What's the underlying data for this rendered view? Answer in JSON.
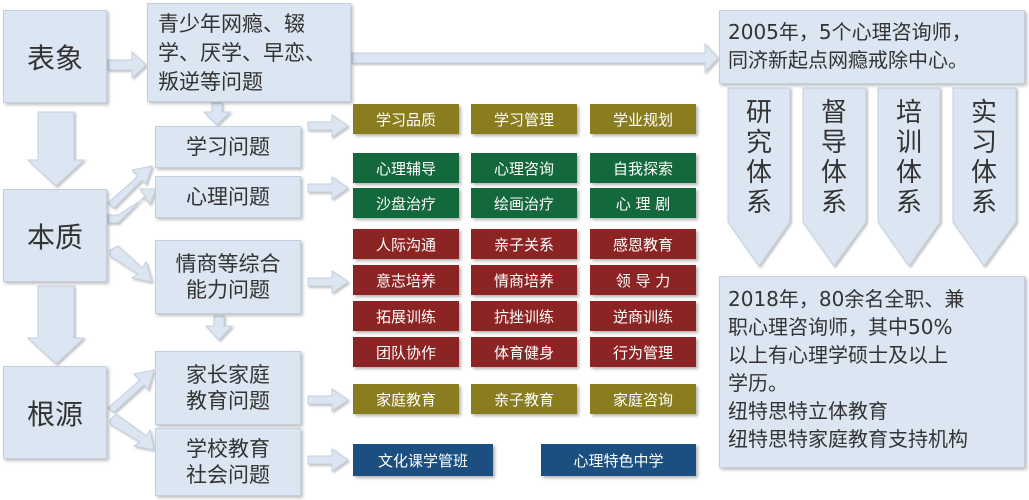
{
  "left": {
    "surface": "表象",
    "essence": "本质",
    "root": "根源"
  },
  "top_problem": "青少年网瘾、辍学、厌学、早恋、叛逆等问题",
  "top_problem_lines": [
    "青少年网瘾、辍",
    "学、厌学、早恋、",
    "叛逆等问题"
  ],
  "mid": {
    "study": "学习问题",
    "psych": "心理问题",
    "eq": [
      "情商等综合",
      "能力问题"
    ],
    "family": [
      "家长家庭",
      "教育问题"
    ],
    "school": [
      "学校教育",
      "社会问题"
    ]
  },
  "tags": {
    "study": [
      "学习品质",
      "学习管理",
      "学业规划"
    ],
    "psych_row1": [
      "心理辅导",
      "心理咨询",
      "自我探索"
    ],
    "psych_row2": [
      "沙盘治疗",
      "绘画治疗",
      "心 理 剧"
    ],
    "eq_row1": [
      "人际沟通",
      "亲子关系",
      "感恩教育"
    ],
    "eq_row2": [
      "意志培养",
      "情商培养",
      "领 导 力"
    ],
    "eq_row3": [
      "拓展训练",
      "抗挫训练",
      "逆商训练"
    ],
    "eq_row4": [
      "团队协作",
      "体育健身",
      "行为管理"
    ],
    "family": [
      "家庭教育",
      "亲子教育",
      "家庭咨询"
    ],
    "school": [
      "文化课学管班",
      "心理特色中学"
    ]
  },
  "right_top": [
    "2005年，5个心理咨询师，",
    "同济新起点网瘾戒除中心。"
  ],
  "systems": [
    [
      "研",
      "究",
      "体",
      "系"
    ],
    [
      "督",
      "导",
      "体",
      "系"
    ],
    [
      "培",
      "训",
      "体",
      "系"
    ],
    [
      "实",
      "习",
      "体",
      "系"
    ]
  ],
  "right_bottom": [
    "2018年，80余名全职、兼",
    "职心理咨询师，其中50%",
    "以上有心理学硕士及以上",
    "学历。",
    "纽特思特立体教育",
    "纽特思特家庭教育支持机构"
  ],
  "colors": {
    "box_fill": "#dce6f2",
    "arrow": "#dce6f2",
    "olive": "#8a7d1f",
    "green": "#14693c",
    "red": "#8c2424",
    "navy": "#1a4f80"
  }
}
